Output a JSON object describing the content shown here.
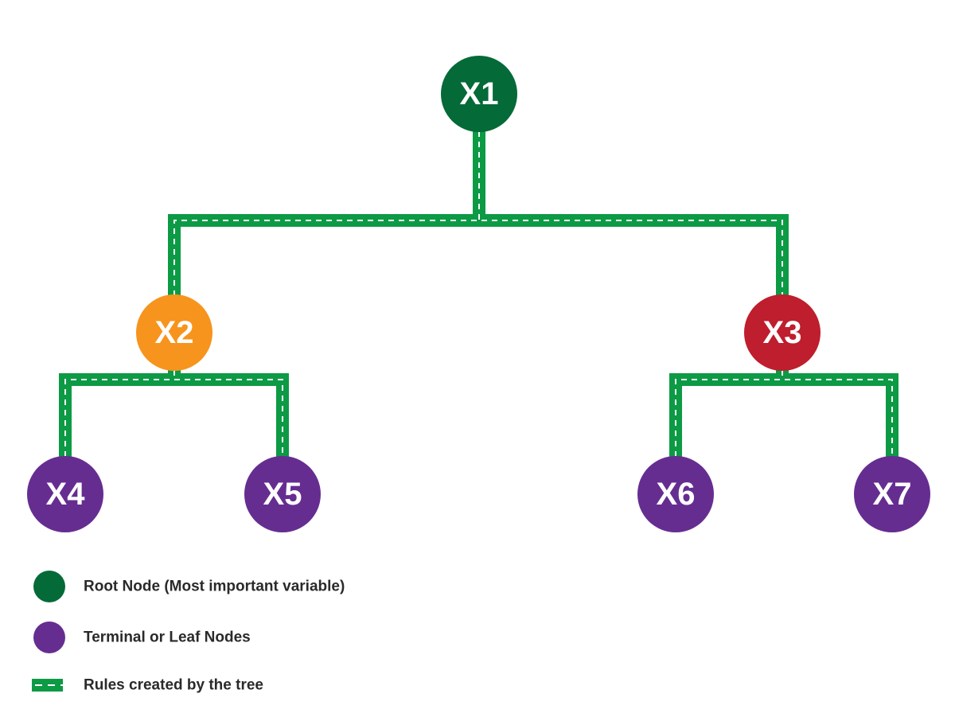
{
  "colors": {
    "root": "#046a38",
    "internal_left": "#f7941d",
    "internal_right": "#be1e2d",
    "leaf": "#662d91",
    "connector": "#0d9a45",
    "connector_dash": "#ffffff",
    "text_dark": "#2a2a2a"
  },
  "nodes": {
    "x1": {
      "label": "X1",
      "role": "root"
    },
    "x2": {
      "label": "X2",
      "role": "internal"
    },
    "x3": {
      "label": "X3",
      "role": "internal"
    },
    "x4": {
      "label": "X4",
      "role": "leaf"
    },
    "x5": {
      "label": "X5",
      "role": "leaf"
    },
    "x6": {
      "label": "X6",
      "role": "leaf"
    },
    "x7": {
      "label": "X7",
      "role": "leaf"
    }
  },
  "edges": [
    {
      "from": "X1",
      "to": "X2"
    },
    {
      "from": "X1",
      "to": "X3"
    },
    {
      "from": "X2",
      "to": "X4"
    },
    {
      "from": "X2",
      "to": "X5"
    },
    {
      "from": "X3",
      "to": "X6"
    },
    {
      "from": "X3",
      "to": "X7"
    }
  ],
  "legend": {
    "root": "Root Node (Most important variable)",
    "leaf": "Terminal or Leaf Nodes",
    "rules": "Rules created by the tree"
  }
}
